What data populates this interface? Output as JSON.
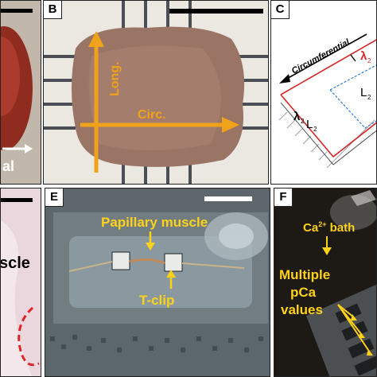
{
  "panels": {
    "a": {
      "label": "",
      "text_partial": "al"
    },
    "b": {
      "label": "B",
      "axis_long": "Long.",
      "axis_circ": "Circ."
    },
    "c": {
      "label": "C",
      "circumferential": "Circumferential",
      "lambda_top": "λ",
      "lambda_top_sub": "2",
      "lambda_left": "λ",
      "lambda_left_sub": "2",
      "l_left": "L",
      "l_left_sub": "2",
      "l_right": "L",
      "l_right_sub": "2"
    },
    "d": {
      "label": "",
      "text_partial": "scle"
    },
    "e": {
      "label": "E",
      "papillary": "Papillary muscle",
      "tclip": "T-clip"
    },
    "f": {
      "label": "F",
      "ca_bath": "Ca",
      "ca_sup": "2+",
      "ca_bath_rest": " bath",
      "multiple_line1": "Multiple",
      "multiple_line2": "pCa",
      "multiple_line3": "values"
    }
  },
  "colors": {
    "orange_arrow": "#f0a21a",
    "yellow_arrow": "#ffd21a",
    "red_line": "#d62828",
    "blue_line": "#2a7fd6",
    "dashed_red": "#e02424"
  }
}
